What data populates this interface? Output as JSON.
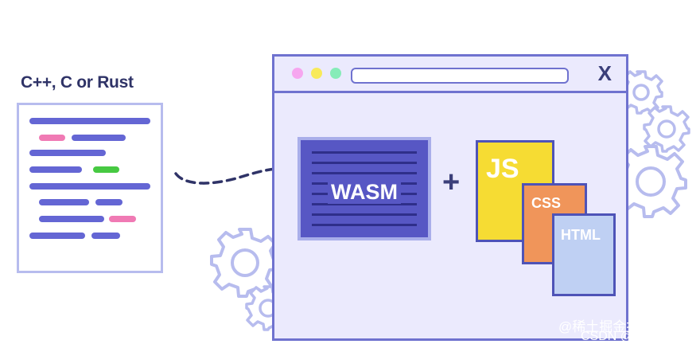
{
  "source": {
    "title": "C++, C or Rust",
    "code_line_colors": {
      "primary": "#6466d4",
      "pink": "#f07ab4",
      "green": "#47c942"
    }
  },
  "browser": {
    "close_label": "X",
    "dots": [
      "#f6a6ef",
      "#f8ea5a",
      "#86ecb8"
    ],
    "frame_color": "#6f72cf",
    "background": "#ebeafd"
  },
  "wasm": {
    "label": "WASM",
    "color": "#5757c4"
  },
  "operator": "+",
  "files": {
    "js": {
      "label": "JS",
      "color": "#f6dc33"
    },
    "css": {
      "label": "CSS",
      "color": "#f0955a"
    },
    "html": {
      "label": "HTML",
      "color": "#bfd0f3"
    }
  },
  "arrow": {
    "style": "dashed",
    "color": "#2f3367"
  },
  "gear_color": "#b7bcee",
  "watermark": {
    "line1": "@稀土掘金技术社区",
    "line2": "CSDN @嘀嘀嘀"
  }
}
